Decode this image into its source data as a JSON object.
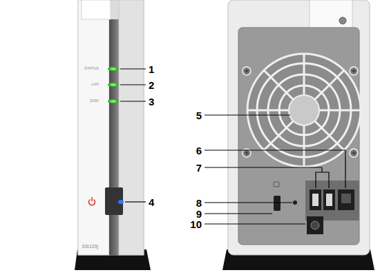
{
  "diagram": {
    "labels": [
      "STATUS",
      "LAN",
      "DISK",
      "DS120j",
      "1",
      "2",
      "3",
      "4",
      "5",
      "6",
      "7",
      "8",
      "9",
      "10"
    ]
  }
}
